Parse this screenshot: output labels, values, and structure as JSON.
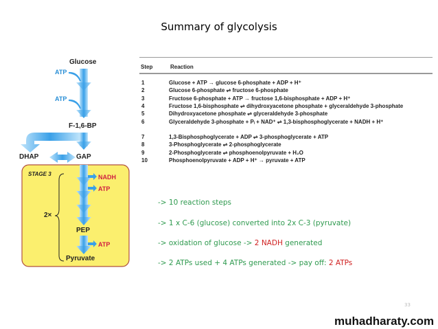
{
  "title": "Summary of glycolysis",
  "table": {
    "headers": [
      "Step",
      "Reaction"
    ],
    "rows": [
      {
        "step": "1",
        "reaction": "Glucose + ATP → glucose 6-phosphate + ADP + H⁺"
      },
      {
        "step": "2",
        "reaction": "Glucose 6-phosphate ⇌ fructose 6-phosphate"
      },
      {
        "step": "3",
        "reaction": "Fructose 6-phosphate + ATP → fructose 1,6-bisphosphate + ADP + H⁺"
      },
      {
        "step": "4",
        "reaction": "Fructose 1,6-bisphosphate ⇌ dihydroxyacetone phosphate + glyceraldehyde 3-phosphate"
      },
      {
        "step": "5",
        "reaction": "Dihydroxyacetone phosphate ⇌ glyceraldehyde 3-phosphate"
      },
      {
        "step": "6",
        "reaction": "Glyceraldehyde 3-phosphate + Pᵢ + NAD⁺ ⇌ 1,3-bisphosphoglycerate + NADH + H⁺"
      },
      {
        "step": "7",
        "reaction": "1,3-Bisphosphoglycerate + ADP ⇌ 3-phosphoglycerate + ATP"
      },
      {
        "step": "8",
        "reaction": "3-Phosphoglycerate ⇌ 2-phosphoglycerate"
      },
      {
        "step": "9",
        "reaction": "2-Phosphoglycerate ⇌ phosphoenolpyruvate + H₂O"
      },
      {
        "step": "10",
        "reaction": "Phosphoenolpyruvate + ADP + H⁺ → pyruvate + ATP"
      }
    ]
  },
  "diagram": {
    "glucose": "Glucose",
    "atp1": "ATP",
    "atp2": "ATP",
    "f16bp": "F-1,6-BP",
    "dhap": "DHAP",
    "gap": "GAP",
    "stage": "STAGE 3",
    "nadh": "NADH",
    "atp3": "ATP",
    "times": "2×",
    "pep": "PEP",
    "atp4": "ATP",
    "pyruvate": "Pyruvate"
  },
  "bullets": [
    {
      "text": "-> 10 reaction steps",
      "highlight": ""
    },
    {
      "text": "-> 1 x C-6 (glucose) converted into 2x C-3 (pyruvate)",
      "highlight": ""
    },
    {
      "text": "-> oxidation of glucose -> ",
      "highlight": "2 NADH",
      "after": " generated"
    },
    {
      "text": "-> 2 ATPs used + 4 ATPs generated -> pay off: ",
      "highlight": "2 ATPs",
      "after": ""
    }
  ],
  "page_number": "33",
  "watermark": "muhadharaty.com",
  "colors": {
    "text_green": "#2f9a4f",
    "highlight_red": "#d02020",
    "stage_box": "#fbef6e",
    "arrow_blue": "#3aa0e8"
  }
}
